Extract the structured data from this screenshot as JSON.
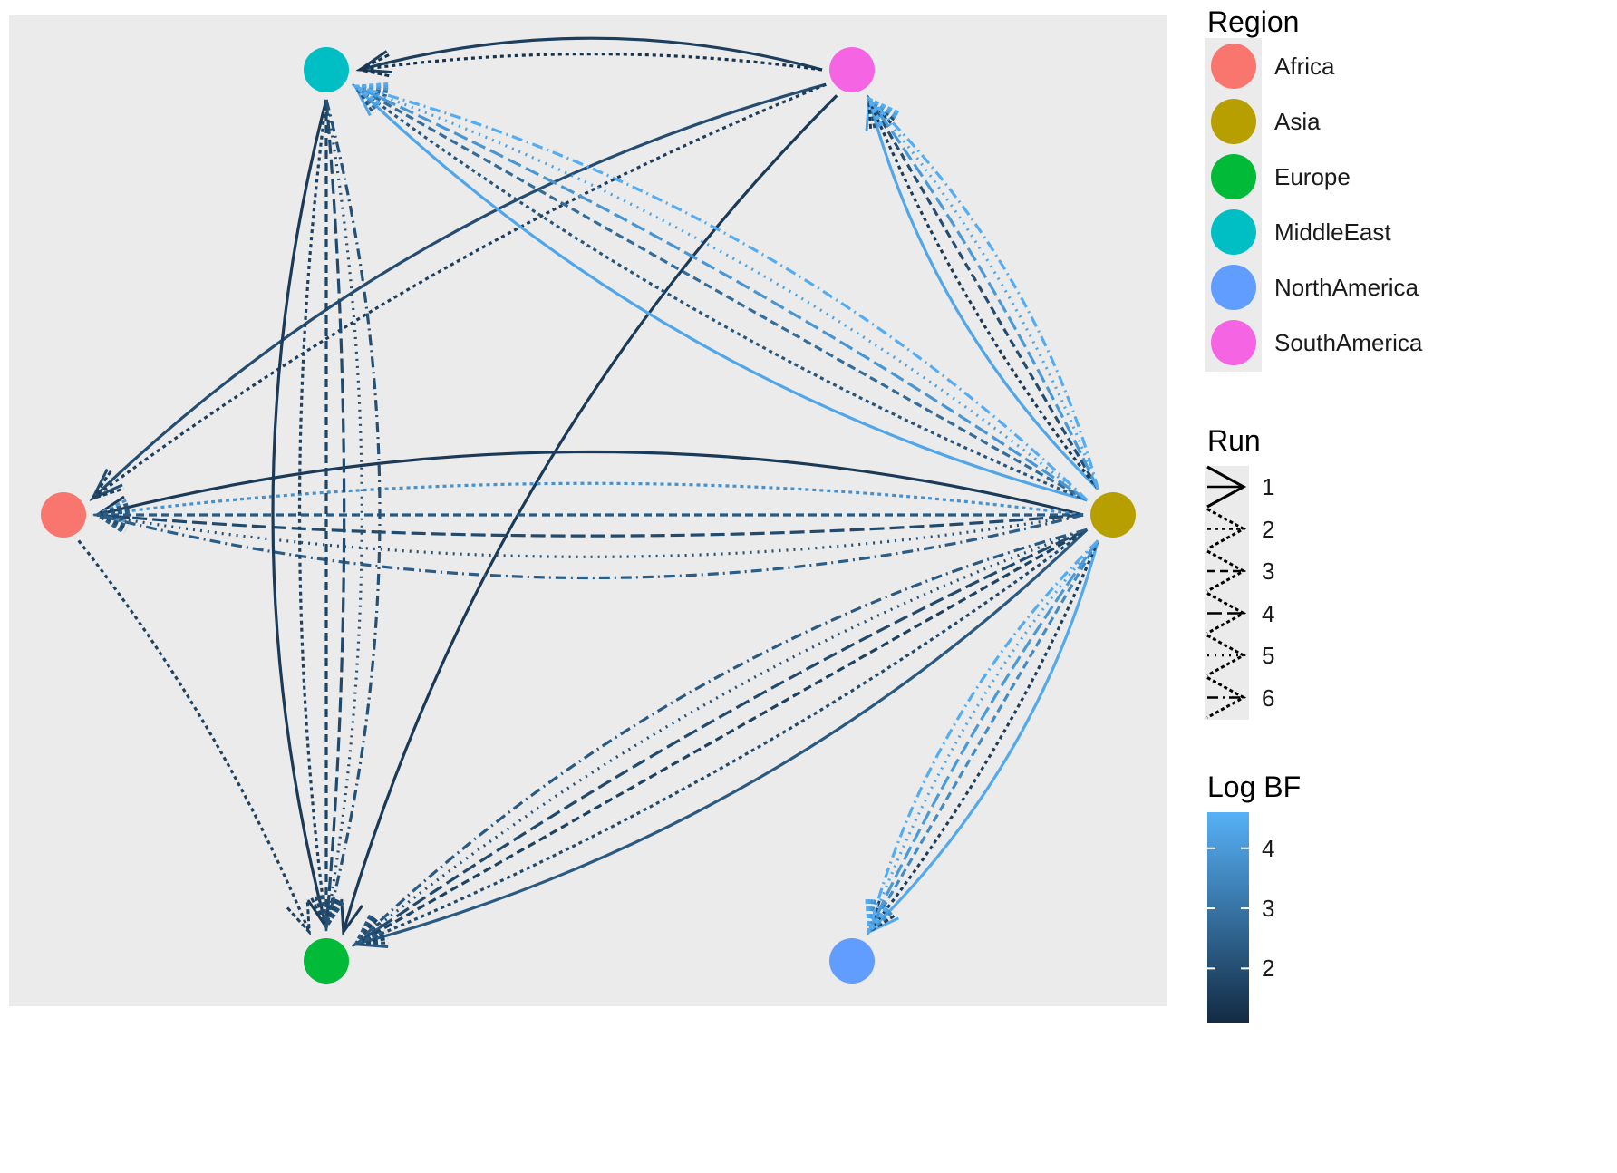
{
  "legend": {
    "region": {
      "title": "Region",
      "items": [
        {
          "label": "Africa",
          "color": "#F8766D"
        },
        {
          "label": "Asia",
          "color": "#B79F00"
        },
        {
          "label": "Europe",
          "color": "#00BA38"
        },
        {
          "label": "MiddleEast",
          "color": "#00BFC4"
        },
        {
          "label": "NorthAmerica",
          "color": "#619CFF"
        },
        {
          "label": "SouthAmerica",
          "color": "#F564E3"
        }
      ]
    },
    "run": {
      "title": "Run",
      "items": [
        {
          "label": "1",
          "dash": "solid"
        },
        {
          "label": "2",
          "dash": "dotted-dense"
        },
        {
          "label": "3",
          "dash": "dashed"
        },
        {
          "label": "4",
          "dash": "longdash"
        },
        {
          "label": "5",
          "dash": "dotted"
        },
        {
          "label": "6",
          "dash": "dotdash"
        }
      ]
    },
    "logbf": {
      "title": "Log BF",
      "ticks": [
        4,
        3,
        2
      ],
      "range": [
        1.1,
        4.6
      ],
      "color_low": "#132B43",
      "color_high": "#56B1F7"
    }
  },
  "diagram": {
    "background": "#EBEBEB",
    "nodes": [
      {
        "id": "Africa",
        "region": "Africa"
      },
      {
        "id": "Asia",
        "region": "Asia"
      },
      {
        "id": "Europe",
        "region": "Europe"
      },
      {
        "id": "MiddleEast",
        "region": "MiddleEast"
      },
      {
        "id": "NorthAmerica",
        "region": "NorthAmerica"
      },
      {
        "id": "SouthAmerica",
        "region": "SouthAmerica"
      }
    ],
    "edges": [
      {
        "from": "SouthAmerica",
        "to": "MiddleEast",
        "run": 1,
        "logbf": 1.6
      },
      {
        "from": "SouthAmerica",
        "to": "MiddleEast",
        "run": 2,
        "logbf": 1.3
      },
      {
        "from": "SouthAmerica",
        "to": "Africa",
        "run": 1,
        "logbf": 2.0
      },
      {
        "from": "SouthAmerica",
        "to": "Africa",
        "run": 2,
        "logbf": 1.6
      },
      {
        "from": "SouthAmerica",
        "to": "Europe",
        "run": 1,
        "logbf": 1.5
      },
      {
        "from": "Asia",
        "to": "MiddleEast",
        "run": 1,
        "logbf": 4.3
      },
      {
        "from": "Asia",
        "to": "MiddleEast",
        "run": 2,
        "logbf": 2.2
      },
      {
        "from": "Asia",
        "to": "MiddleEast",
        "run": 3,
        "logbf": 2.8
      },
      {
        "from": "Asia",
        "to": "MiddleEast",
        "run": 4,
        "logbf": 3.9
      },
      {
        "from": "Asia",
        "to": "MiddleEast",
        "run": 5,
        "logbf": 4.2
      },
      {
        "from": "Asia",
        "to": "MiddleEast",
        "run": 6,
        "logbf": 4.5
      },
      {
        "from": "Asia",
        "to": "SouthAmerica",
        "run": 1,
        "logbf": 4.3
      },
      {
        "from": "Asia",
        "to": "SouthAmerica",
        "run": 2,
        "logbf": 1.5
      },
      {
        "from": "Asia",
        "to": "SouthAmerica",
        "run": 3,
        "logbf": 2.0
      },
      {
        "from": "Asia",
        "to": "SouthAmerica",
        "run": 4,
        "logbf": 4.0
      },
      {
        "from": "Asia",
        "to": "SouthAmerica",
        "run": 5,
        "logbf": 4.3
      },
      {
        "from": "Asia",
        "to": "SouthAmerica",
        "run": 6,
        "logbf": 4.5
      },
      {
        "from": "Asia",
        "to": "Africa",
        "run": 1,
        "logbf": 1.5
      },
      {
        "from": "Asia",
        "to": "Africa",
        "run": 2,
        "logbf": 3.8
      },
      {
        "from": "Asia",
        "to": "Africa",
        "run": 3,
        "logbf": 2.3
      },
      {
        "from": "Asia",
        "to": "Africa",
        "run": 4,
        "logbf": 1.9
      },
      {
        "from": "Asia",
        "to": "Africa",
        "run": 5,
        "logbf": 2.1
      },
      {
        "from": "Asia",
        "to": "Africa",
        "run": 6,
        "logbf": 2.4
      },
      {
        "from": "Asia",
        "to": "Europe",
        "run": 1,
        "logbf": 2.3
      },
      {
        "from": "Asia",
        "to": "Europe",
        "run": 2,
        "logbf": 1.9
      },
      {
        "from": "Asia",
        "to": "Europe",
        "run": 3,
        "logbf": 1.7
      },
      {
        "from": "Asia",
        "to": "Europe",
        "run": 4,
        "logbf": 1.9
      },
      {
        "from": "Asia",
        "to": "Europe",
        "run": 5,
        "logbf": 2.1
      },
      {
        "from": "Asia",
        "to": "Europe",
        "run": 6,
        "logbf": 2.3
      },
      {
        "from": "Asia",
        "to": "NorthAmerica",
        "run": 1,
        "logbf": 4.4
      },
      {
        "from": "Asia",
        "to": "NorthAmerica",
        "run": 2,
        "logbf": 1.6
      },
      {
        "from": "Asia",
        "to": "NorthAmerica",
        "run": 3,
        "logbf": 3.6
      },
      {
        "from": "Asia",
        "to": "NorthAmerica",
        "run": 4,
        "logbf": 4.0
      },
      {
        "from": "Asia",
        "to": "NorthAmerica",
        "run": 5,
        "logbf": 4.3
      },
      {
        "from": "Asia",
        "to": "NorthAmerica",
        "run": 6,
        "logbf": 4.5
      },
      {
        "from": "MiddleEast",
        "to": "Europe",
        "run": 1,
        "logbf": 1.5
      },
      {
        "from": "MiddleEast",
        "to": "Europe",
        "run": 2,
        "logbf": 1.7
      },
      {
        "from": "MiddleEast",
        "to": "Europe",
        "run": 3,
        "logbf": 1.8
      },
      {
        "from": "MiddleEast",
        "to": "Europe",
        "run": 4,
        "logbf": 1.9
      },
      {
        "from": "MiddleEast",
        "to": "Europe",
        "run": 5,
        "logbf": 2.0
      },
      {
        "from": "MiddleEast",
        "to": "Europe",
        "run": 6,
        "logbf": 2.1
      },
      {
        "from": "Africa",
        "to": "Europe",
        "run": 2,
        "logbf": 1.7
      }
    ]
  }
}
